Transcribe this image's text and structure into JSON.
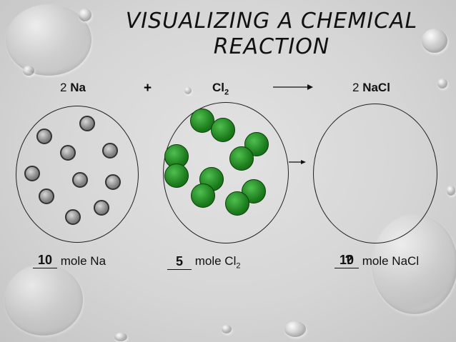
{
  "title": "VISUALIZING A CHEMICAL REACTION",
  "equation": {
    "reactant1_coef": "2",
    "reactant1": "Na",
    "plus": "+",
    "reactant2": "Cl",
    "reactant2_sub": "2",
    "product_coef": "2",
    "product": "NaCl"
  },
  "answers": {
    "na_moles": "10",
    "na_unit": "mole Na",
    "cl_moles": "5",
    "cl_unit": "mole Cl",
    "cl_sub": "2",
    "nacl_moles": "10",
    "nacl_moles_overlay": "?",
    "nacl_unit": "mole NaCl"
  },
  "colors": {
    "sodium": "#8a8a8a",
    "chlorine": "#1d7d1d",
    "text": "#111111"
  }
}
